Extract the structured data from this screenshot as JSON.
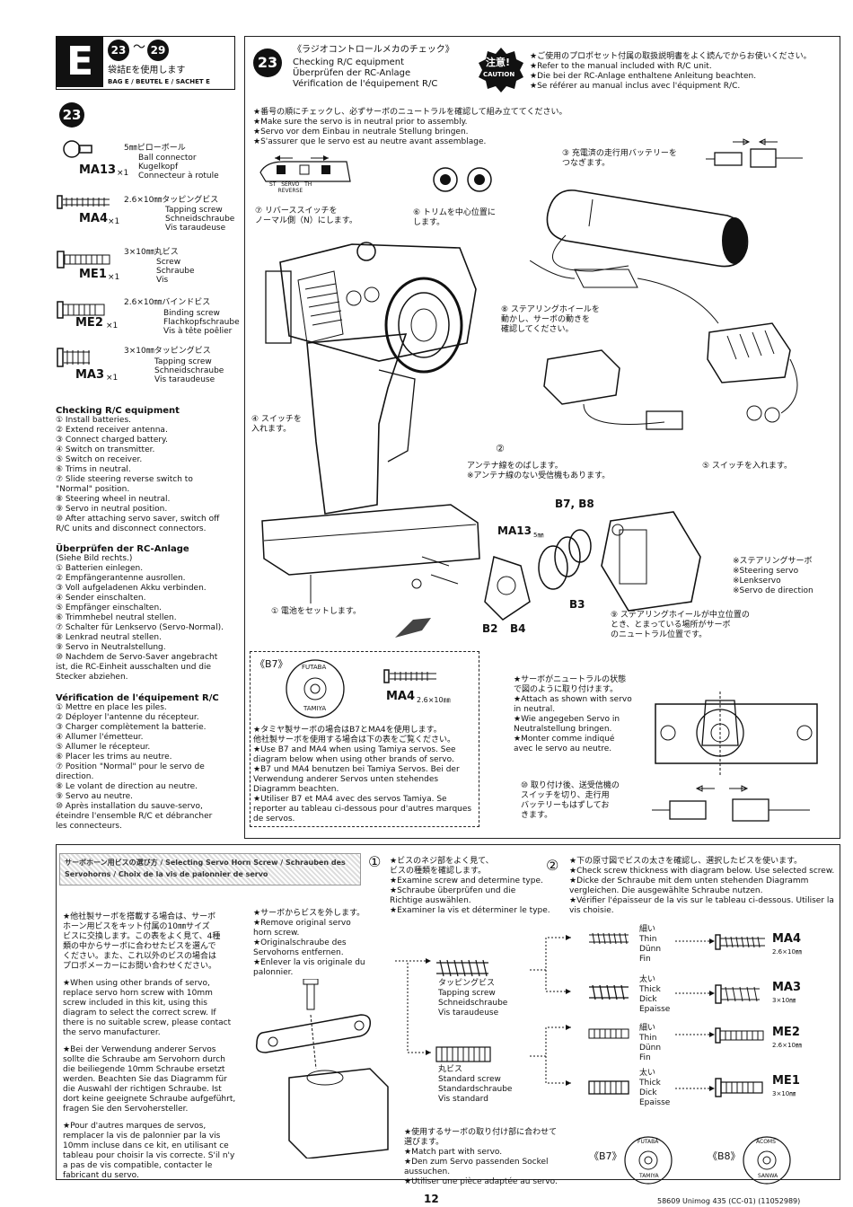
{
  "header": {
    "section_letter": "E",
    "steps_from": "23",
    "steps_to": "29",
    "bag_jp": "袋詰Eを使用します",
    "bag_label": "BAG E / BEUTEL E / SACHET E"
  },
  "parts": [
    {
      "code": "MA13",
      "qty": "×1",
      "jp": "5㎜ピローボール",
      "en": "Ball connector",
      "de": "Kugelkopf",
      "fr": "Connecteur à rotule"
    },
    {
      "code": "MA4",
      "qty": "×1",
      "jp": "2.6×10㎜タッピングビス",
      "en": "Tapping screw",
      "de": "Schneidschraube",
      "fr": "Vis taraudeuse"
    },
    {
      "code": "ME1",
      "qty": "×1",
      "jp": "3×10㎜丸ビス",
      "en": "Screw",
      "de": "Schraube",
      "fr": "Vis"
    },
    {
      "code": "ME2",
      "qty": "×1",
      "jp": "2.6×10㎜バインドビス",
      "en": "Binding screw",
      "de": "Flachkopfschraube",
      "fr": "Vis à tête poêlier"
    },
    {
      "code": "MA3",
      "qty": "×1",
      "jp": "3×10㎜タッピングビス",
      "en": "Tapping screw",
      "de": "Schneidschraube",
      "fr": "Vis taraudeuse"
    }
  ],
  "checklist_en": {
    "title": "Checking R/C equipment",
    "items": [
      "① Install batteries.",
      "② Extend receiver antenna.",
      "③ Connect charged battery.",
      "④ Switch on transmitter.",
      "⑤ Switch on receiver.",
      "⑥ Trims in neutral.",
      "⑦ Slide steering reverse switch to",
      "\"Normal\" position.",
      "⑧ Steering wheel in neutral.",
      "⑨ Servo in neutral position.",
      "⑩ After attaching servo saver, switch off",
      "R/C units and disconnect connectors."
    ]
  },
  "checklist_de": {
    "title": "Überprüfen der RC-Anlage",
    "items": [
      "(Siehe Bild rechts.)",
      "① Batterien einlegen.",
      "② Empfängerantenne ausrollen.",
      "③ Voll aufgeladenen Akku verbinden.",
      "④ Sender einschalten.",
      "⑤ Empfänger einschalten.",
      "⑥ Trimmhebel neutral stellen.",
      "⑦ Schalter für Lenkservo (Servo-Normal).",
      "⑧ Lenkrad neutral stellen.",
      "⑨ Servo in Neutralstellung.",
      "⑩ Nachdem de Servo-Saver angebracht",
      "ist, die RC-Einheit ausschalten und die",
      "Stecker abziehen."
    ]
  },
  "checklist_fr": {
    "title": "Vérification de l'équipement R/C",
    "items": [
      "① Mettre en place les piles.",
      "② Déployer l'antenne du récepteur.",
      "③ Charger complètement la batterie.",
      "④ Allumer l'émetteur.",
      "⑤ Allumer le récepteur.",
      "⑥ Placer les trims au neutre.",
      "⑦ Position \"Normal\" pour le servo de",
      "direction.",
      "⑧ Le volant de direction au neutre.",
      "⑨ Servo au neutre.",
      "⑩ Après installation du sauve-servo,",
      "éteindre l'ensemble R/C et débrancher",
      "les connecteurs."
    ]
  },
  "step23": {
    "number": "23",
    "title_jp": "《ラジオコントロールメカのチェック》",
    "title_en": "Checking R/C equipment",
    "title_de": "Überprüfen der RC-Anlage",
    "title_fr": "Vérification de l'équipement R/C",
    "caution_jp": "注意!",
    "caution_en": "CAUTION",
    "caution_lines": [
      "★ご使用のプロポセット付属の取扱説明書をよく読んでからお使いください。",
      "★Refer to the manual included with R/C unit.",
      "★Die bei der RC-Anlage enthaltene Anleitung beachten.",
      "★Se référer au manual inclus avec l'équipment R/C."
    ],
    "intro_lines": [
      "★番号の順にチェックし、必ずサーボのニュートラルを確認して組み立ててください。",
      "★Make sure the servo is in neutral prior to assembly.",
      "★Servo vor dem Einbau in neutrale Stellung bringen.",
      "★S'assurer que le servo est au neutre avant assemblage."
    ],
    "reverse_labels": "ST   SERVO   TH\n     REVERSE",
    "callouts": {
      "c7": "⑦ リバーススイッチを\nノーマル側（N）にします。",
      "c6": "⑥ トリムを中心位置に\nします。",
      "c3": "③ 充電済の走行用バッテリーを\nつなぎます。",
      "c8": "⑧ ステアリングホイールを\n動かし、サーボの動きを\n確認してください。",
      "c4": "④ スイッチを\n入れます。",
      "c2a": "アンテナ線をのばします。",
      "c2b": "※アンテナ線のない受信機もあります。",
      "c5": "⑤ スイッチを入れます。",
      "c1": "① 電池をセットします。",
      "c9": "⑨ ステアリングホイールが中立位置の\nとき、とまっている場所がサーボ\nのニュートラル位置です。",
      "c10": "⑩ 取り付け後、送受信機の\nスイッチを切り、走行用\nバッテリーもはずしてお\nきます。"
    },
    "servo_note": [
      "※ステアリングサーボ",
      "※Steering servo",
      "※Lenkservo",
      "※Servo de direction"
    ],
    "labels": {
      "b7b8": "B7, B8",
      "ma13": "MA13",
      "ma13_size": "5㎜",
      "b3": "B3",
      "b2": "B2",
      "b4": "B4"
    },
    "neutral_note": [
      "★サーボがニュートラルの状態",
      "で図のように取り付けます。",
      "★Attach as shown with servo",
      "in neutral.",
      "★Wie angegeben Servo in",
      "Neutralstellung bringen.",
      "★Monter comme indiqué",
      "avec le servo au neutre."
    ]
  },
  "b7box": {
    "label": "《B7》",
    "disc_top": "FUTABA",
    "disc_bottom": "TAMIYA",
    "screw_code": "MA4",
    "screw_size": "2.6×10㎜",
    "text": [
      "★タミヤ製サーボの場合はB7とMA4を使用します。",
      "他社製サーボを使用する場合は下の表をご覧ください。",
      "★Use B7 and MA4 when using Tamiya servos. See",
      "diagram below when using other brands of servo.",
      "★B7 und MA4 benutzen bei Tamiya Servos. Bei der",
      "Verwendung anderer Servos unten stehendes",
      "Diagramm beachten.",
      "★Utiliser B7 et MA4 avec des servos Tamiya. Se",
      "reporter au tableau ci-dessous pour d'autres marques",
      "de servos."
    ]
  },
  "bottom": {
    "banner": "サーボホーン用ビスの選び方 / Selecting Servo Horn Screw / Schrauben des Servohorns / Choix de la vis de palonnier de servo",
    "left_jp": [
      "★他社製サーボを搭載する場合は、サーボ",
      "ホーン用ビスをキット付属の10㎜サイズ",
      "ビスに交換します。この表をよく見て、4種",
      "類の中からサーボに合わせたビスを選んで",
      "ください。また、これ以外のビスの場合は",
      "プロポメーカーにお問い合わせください。"
    ],
    "left_en": [
      "★When using other brands of servo,",
      "replace servo horn screw with 10mm",
      "screw included in this kit, using this",
      "diagram to select the correct screw. If",
      "there is no suitable screw, please contact",
      "the servo manufacturer."
    ],
    "left_de": [
      "★Bei der Verwendung anderer Servos",
      "sollte die Schraube am Servohorn durch",
      "die beiliegende 10mm Schraube ersetzt",
      "werden. Beachten Sie das Diagramm für",
      "die Auswahl der richtigen Schraube. Ist",
      "dort keine geeignete Schraube aufgeführt,",
      "fragen Sie den Servohersteller."
    ],
    "left_fr": [
      "★Pour d'autres marques de servos,",
      "remplacer la vis de palonnier par la vis",
      "10mm incluse dans ce kit, en utilisant ce",
      "tableau pour choisir la vis correcte. S'il n'y",
      "a pas de vis compatible, contacter le",
      "fabricant du servo."
    ],
    "remove": [
      "★サーボからビスを外します。",
      "★Remove original servo",
      "horn screw.",
      "★Originalschraube des",
      "Servohorns entfernen.",
      "★Enlever la vis originale du",
      "palonnier."
    ],
    "s1": [
      "★ビスのネジ部をよく見て、",
      "ビスの種類を確認します。",
      "★Examine screw and determine type.",
      "★Schraube überprüfen und die",
      "Richtige auswählen.",
      "★Examiner la vis et déterminer le type."
    ],
    "s2": [
      "★下の原寸図でビスの太さを確認し、選択したビスを使います。",
      "★Check screw thickness with diagram below. Use selected screw.",
      "★Dicke der Schraube mit dem unten stehenden Diagramm",
      "vergleichen. Die ausgewählte Schraube nutzen.",
      "★Vérifier l'épaisseur de la vis sur le tableau ci-dessous. Utiliser la",
      "vis choisie."
    ],
    "tapping": [
      "タッピングビス",
      "Tapping screw",
      "Schneidschraube",
      "Vis taraudeuse"
    ],
    "standard": [
      "丸ビス",
      "Standard screw",
      "Standardschraube",
      "Vis standard"
    ],
    "thin": [
      "細い",
      "Thin",
      "Dünn",
      "Fin"
    ],
    "thick": [
      "太い",
      "Thick",
      "Dick",
      "Epaisse"
    ],
    "results": [
      {
        "code": "MA4",
        "size": "2.6×10㎜"
      },
      {
        "code": "MA3",
        "size": "3×10㎜"
      },
      {
        "code": "ME2",
        "size": "2.6×10㎜"
      },
      {
        "code": "ME1",
        "size": "3×10㎜"
      }
    ],
    "match": [
      "★使用するサーボの取り付け部に合わせて",
      "選びます。",
      "★Match part with servo.",
      "★Den zum Servo passenden Sockel",
      "aussuchen.",
      "★Utiliser une pièce adaptée au servo."
    ],
    "b7": "《B7》",
    "b8": "《B8》",
    "disc_b7_top": "FUTABA",
    "disc_b7_bottom": "TAMIYA",
    "disc_b8_top": "ACOMS",
    "disc_b8_bottom": "SANWA"
  },
  "footer": {
    "page": "12",
    "code": "58609 Unimog 435 (CC-01) (11052989)"
  }
}
